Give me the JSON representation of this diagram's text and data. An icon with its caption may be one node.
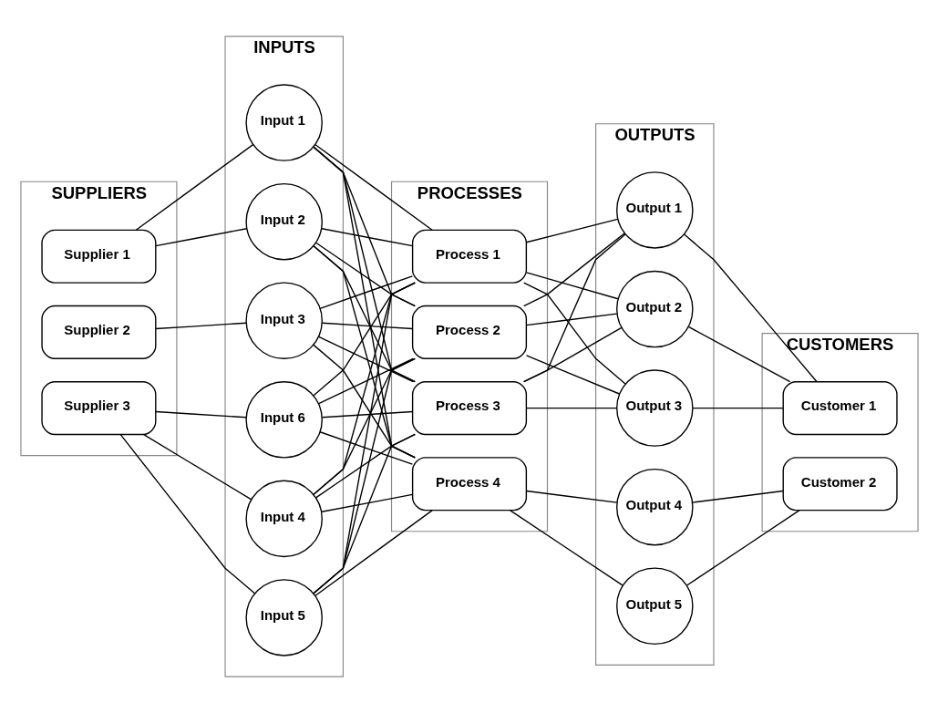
{
  "diagram": {
    "nodes": [
      {
        "text": [
          "SUPPLIERS"
        ]
      },
      {
        "text": [
          "Supplier 1"
        ],
        "in": 0
      },
      {
        "text": [
          "Supplier 2"
        ],
        "in": 0
      },
      {
        "text": [
          "Supplier 3"
        ],
        "in": 0
      },
      {
        "text": [
          "INPUTS"
        ]
      },
      {
        "text": [
          "Input 1"
        ],
        "in": 4
      },
      {
        "text": [
          "Input 2"
        ],
        "in": 4
      },
      {
        "text": [
          "Input 3"
        ],
        "in": 4
      },
      {
        "text": [
          "Input 4"
        ],
        "in": 4
      },
      {
        "text": [
          "Input 5"
        ],
        "in": 4
      },
      {
        "text": [
          "Input 6"
        ],
        "in": 4
      },
      {
        "text": [
          "PROCESSES"
        ]
      },
      {
        "text": [
          "Process 1"
        ],
        "in": 11
      },
      {
        "text": [
          "Process 2"
        ],
        "in": 11
      },
      {
        "text": [
          "Process 3"
        ],
        "in": 11
      },
      {
        "text": [
          "Process 4"
        ],
        "in": 11
      },
      {
        "text": [
          "OUTPUTS"
        ]
      },
      {
        "text": [
          "Output 1"
        ],
        "in": 16
      },
      {
        "text": [
          "Output 2"
        ],
        "in": 16
      },
      {
        "text": [
          "Output 3"
        ],
        "in": 16
      },
      {
        "text": [
          "Output 4"
        ],
        "in": 16
      },
      {
        "text": [
          "Output 5"
        ],
        "in": 16
      },
      {
        "text": [
          "CUSTOMERS"
        ]
      },
      {
        "text": [
          "Customer 1"
        ],
        "in": 22
      },
      {
        "text": [
          "Customer 2"
        ],
        "in": 22
      }
    ],
    "edges": [
      {
        "from": 1,
        "to": 5,
        "arrow": "none"
      },
      {
        "from": 1,
        "to": 6,
        "arrow": "none"
      },
      {
        "from": 2,
        "to": 7,
        "arrow": "none"
      },
      {
        "from": 3,
        "to": 8,
        "arrow": "none"
      },
      {
        "from": 3,
        "to": 9,
        "arrow": "none"
      },
      {
        "from": 3,
        "to": 10,
        "arrow": "none"
      },
      {
        "from": 5,
        "to": 12,
        "arrow": "none"
      },
      {
        "from": 5,
        "to": 13,
        "arrow": "none"
      },
      {
        "from": 5,
        "to": 14,
        "arrow": "none"
      },
      {
        "from": 5,
        "to": 15,
        "arrow": "none"
      },
      {
        "from": 6,
        "to": 12,
        "arrow": "none"
      },
      {
        "from": 6,
        "to": 13,
        "arrow": "none"
      },
      {
        "from": 6,
        "to": 14,
        "arrow": "none"
      },
      {
        "from": 6,
        "to": 15,
        "arrow": "none"
      },
      {
        "from": 7,
        "to": 12,
        "arrow": "none"
      },
      {
        "from": 7,
        "to": 13,
        "arrow": "none"
      },
      {
        "from": 7,
        "to": 14,
        "arrow": "none"
      },
      {
        "from": 7,
        "to": 15,
        "arrow": "none"
      },
      {
        "from": 8,
        "to": 12,
        "arrow": "none"
      },
      {
        "from": 8,
        "to": 13,
        "arrow": "none"
      },
      {
        "from": 8,
        "to": 14,
        "arrow": "none"
      },
      {
        "from": 8,
        "to": 15,
        "arrow": "none"
      },
      {
        "from": 9,
        "to": 12,
        "arrow": "none"
      },
      {
        "from": 9,
        "to": 13,
        "arrow": "none"
      },
      {
        "from": 9,
        "to": 14,
        "arrow": "none"
      },
      {
        "from": 9,
        "to": 15,
        "arrow": "none"
      },
      {
        "from": 10,
        "to": 12,
        "arrow": "none"
      },
      {
        "from": 10,
        "to": 13,
        "arrow": "none"
      },
      {
        "from": 10,
        "to": 14,
        "arrow": "none"
      },
      {
        "from": 10,
        "to": 15,
        "arrow": "none"
      },
      {
        "from": 12,
        "to": 17,
        "arrow": "none"
      },
      {
        "from": 12,
        "to": 18,
        "arrow": "none"
      },
      {
        "from": 12,
        "to": 19,
        "arrow": "none"
      },
      {
        "from": 13,
        "to": 17,
        "arrow": "none"
      },
      {
        "from": 13,
        "to": 18,
        "arrow": "none"
      },
      {
        "from": 13,
        "to": 19,
        "arrow": "none"
      },
      {
        "from": 14,
        "to": 17,
        "arrow": "none"
      },
      {
        "from": 14,
        "to": 18,
        "arrow": "none"
      },
      {
        "from": 14,
        "to": 19,
        "arrow": "none"
      },
      {
        "from": 15,
        "to": 20,
        "arrow": "none"
      },
      {
        "from": 15,
        "to": 21,
        "arrow": "none"
      },
      {
        "from": 17,
        "to": 23,
        "arrow": "none"
      },
      {
        "from": 18,
        "to": 23,
        "arrow": "none"
      },
      {
        "from": 19,
        "to": 23,
        "arrow": "none"
      },
      {
        "from": 20,
        "to": 24,
        "arrow": "none"
      },
      {
        "from": 21,
        "to": 24,
        "arrow": "none"
      }
    ]
  }
}
